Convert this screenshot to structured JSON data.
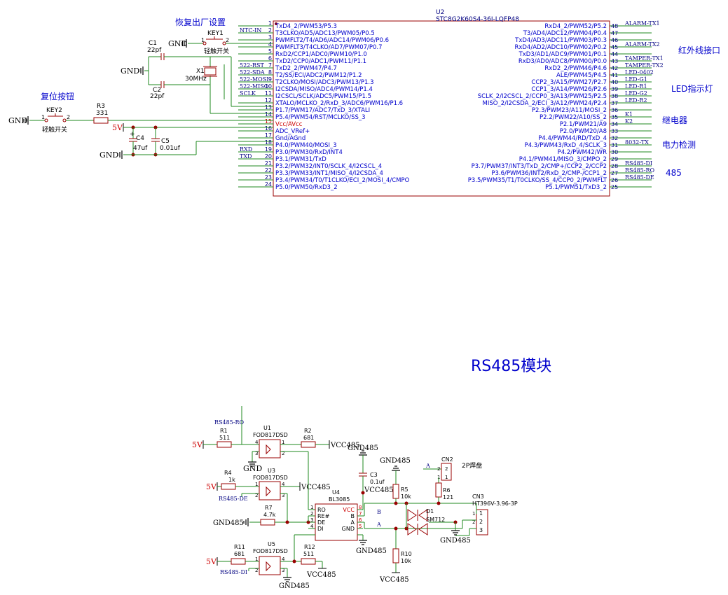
{
  "colors": {
    "wire": "#1f8a1f",
    "part": "#990000",
    "text": "#0000cc",
    "net": "#000080",
    "power_red": "#cc0000",
    "gnd": "#000000"
  },
  "mcu": {
    "ref": "U2",
    "part": "STC8G2K60S4-36I-LQFP48",
    "left_pins": [
      {
        "num": "1",
        "name": "TxD4_2/PWM53/P5.3",
        "net": "",
        "red": false
      },
      {
        "num": "2",
        "name": "T3CLKO/AD5/ADC13/PWM05/P0.5",
        "net": "NTC-IN",
        "red": false
      },
      {
        "num": "3",
        "name": "PWMFLT2/T4/AD6/ADC14/PWM06/P0.6",
        "net": "",
        "red": false
      },
      {
        "num": "4",
        "name": "PWMFLT3/T4CLKO/AD7/PWM07/P0.7",
        "net": "",
        "red": false
      },
      {
        "num": "5",
        "name": "RxD2/CCP1/ADC0/PWM10/P1.0",
        "net": "",
        "red": false
      },
      {
        "num": "6",
        "name": "TxD2/CCP0/ADC1/PWM11/P1.1",
        "net": "",
        "red": false
      },
      {
        "num": "7",
        "name": "TxD2_2/PWM47/P4.7",
        "net": "522-RST",
        "red": false
      },
      {
        "num": "8",
        "name": "T2/SS/ECI/ADC2/PWM12/P1.2",
        "net": "522-SDA",
        "red": false
      },
      {
        "num": "9",
        "name": "T2CLKO/MOSI/ADC3/PWM13/P1.3",
        "net": "522-MOSI",
        "red": false
      },
      {
        "num": "10",
        "name": "I2CSDA/MISO/ADC4/PWM14/P1.4",
        "net": "522-MISO",
        "red": false
      },
      {
        "num": "11",
        "name": "I2CSCL/SCLK/ADC5/PWM15/P1.5",
        "net": "SCLK",
        "red": false
      },
      {
        "num": "12",
        "name": "XTALO/MCLKO_2/RxD_3/ADC6/PWM16/P1.6",
        "net": "",
        "red": false
      },
      {
        "num": "13",
        "name": "P1.7/PWM17/ADC7/TxD_3/XTALI",
        "net": "",
        "red": false
      },
      {
        "num": "14",
        "name": "P5.4/PWM54/RST/MCLKO/SS_3",
        "net": "",
        "red": false
      },
      {
        "num": "15",
        "name": "Vcc/AVcc",
        "net": "",
        "red": true
      },
      {
        "num": "16",
        "name": "ADC_VRef+",
        "net": "",
        "red": false
      },
      {
        "num": "17",
        "name": "Gnd/AGnd",
        "net": "",
        "red": false
      },
      {
        "num": "18",
        "name": "P4.0/PWM40/MOSI_3",
        "net": "",
        "red": false
      },
      {
        "num": "19",
        "name": "P3.0/PWM30/RxD/INT4",
        "net": "RXD",
        "red": false
      },
      {
        "num": "20",
        "name": "P3.1/PWM31/TxD",
        "net": "TXD",
        "red": false
      },
      {
        "num": "21",
        "name": "P3.2/PWM32/INT0/SCLK_4/I2CSCL_4",
        "net": "",
        "red": false
      },
      {
        "num": "22",
        "name": "P3.3/PWM33/INT1/MISO_4/I2CSDA_4",
        "net": "",
        "red": false
      },
      {
        "num": "23",
        "name": "P3.4/PWM34/T0/T1CLKO/ECI_2/MOSI_4/CMPO",
        "net": "",
        "red": false
      },
      {
        "num": "24",
        "name": "P5.0/PWM50/RxD3_2",
        "net": "",
        "red": false
      }
    ],
    "right_pins": [
      {
        "num": "48",
        "name": "RxD4_2/PWM52/P5.2",
        "net": "ALARM-TX1"
      },
      {
        "num": "47",
        "name": "T3/AD4/ADC12/PWM04/P0.4",
        "net": ""
      },
      {
        "num": "46",
        "name": "TxD4/AD3/ADC11/PWM03/P0.3",
        "net": ""
      },
      {
        "num": "45",
        "name": "RxD4/AD2/ADC10/PWM02/P0.2",
        "net": "ALARM-TX2"
      },
      {
        "num": "44",
        "name": "TxD3/AD1/ADC9/PWM01/P0.1",
        "net": ""
      },
      {
        "num": "43",
        "name": "RxD3/AD0/ADC8/PWM00/P0.0",
        "net": "TAMPER-TX1"
      },
      {
        "num": "42",
        "name": "RxD2_2/PWM46/P4.6",
        "net": "TAMPER-TX2"
      },
      {
        "num": "41",
        "name": "ALE/PWM45/P4.5",
        "net": "LED-0402"
      },
      {
        "num": "40",
        "name": "CCP2_3/A15/PWM27/P2.7",
        "net": "LED-G1"
      },
      {
        "num": "39",
        "name": "CCP1_3/A14/PWM26/P2.6",
        "net": "LED-R1"
      },
      {
        "num": "38",
        "name": "SCLK_2/I2CSCL_2/CCP0_3/A13/PWM25/P2.5",
        "net": "LED-G2"
      },
      {
        "num": "37",
        "name": "MISO_2/I2CSDA_2/ECI_3/A12/PWM24/P2.4",
        "net": "LED-R2"
      },
      {
        "num": "36",
        "name": "P2.3/PWM23/A11/MOSI_2",
        "net": ""
      },
      {
        "num": "35",
        "name": "P2.2/PWM22/A10/SS_2",
        "net": "K1"
      },
      {
        "num": "34",
        "name": "P2.1/PWM21/A9",
        "net": "K2"
      },
      {
        "num": "33",
        "name": "P2.0/PWM20/A8",
        "net": ""
      },
      {
        "num": "32",
        "name": "P4.4/PWM44/RD/TxD_4",
        "net": ""
      },
      {
        "num": "31",
        "name": "P4.3/PWM43/RxD_4/SCLK_3",
        "net": "8032-TX"
      },
      {
        "num": "30",
        "name": "P4.2/PWM42/WR",
        "net": ""
      },
      {
        "num": "29",
        "name": "P4.1/PWM41/MISO_3/CMPO_2",
        "net": ""
      },
      {
        "num": "28",
        "name": "P3.7/PWM37/INT3/TxD_2/CMP+/CCP2_2/CCP2",
        "net": "RS485-DI"
      },
      {
        "num": "27",
        "name": "P3.6/PWM36/INT2/RxD_2/CMP-/CCP1_2",
        "net": "RS485-RO"
      },
      {
        "num": "26",
        "name": "P3.5/PWM35/T1/T0CLKO/SS_4/CCP0_2/PWMFLT",
        "net": "RS485-DE"
      },
      {
        "num": "25",
        "name": "P5.1/PWM51/TxD3_2",
        "net": ""
      }
    ]
  },
  "annotations": {
    "factory_reset": "恢复出厂设置",
    "reset_button": "复位按钮",
    "infrared": "红外线接口",
    "led": "LED指示灯",
    "relay": "继电器",
    "power_detect": "电力检测",
    "rs485": "485",
    "module_title": "RS485模块"
  },
  "top_parts": {
    "key1": {
      "ref": "KEY1",
      "desc": "轻触开关",
      "pin1": "1",
      "pin2": "2"
    },
    "key2": {
      "ref": "KEY2",
      "desc": "轻触开关",
      "pin1": "1",
      "pin2": "2"
    },
    "c1": {
      "ref": "C1",
      "val": "22pf"
    },
    "c2": {
      "ref": "C2",
      "val": "22pf"
    },
    "x1": {
      "ref": "X1",
      "val": "30MHz"
    },
    "r3": {
      "ref": "R3",
      "val": "331"
    },
    "c4": {
      "ref": "C4",
      "val": "47uf",
      "plus": "+"
    },
    "c5": {
      "ref": "C5",
      "val": "0.01uf"
    },
    "gnd": "GND",
    "v5": "5V"
  },
  "rs485_module": {
    "nets": {
      "rs485_ro": "RS485-RO",
      "rs485_de": "RS485-DE",
      "rs485_di": "RS485-DI",
      "a": "A",
      "b": "B"
    },
    "power": {
      "v5": "5V",
      "gnd": "GND",
      "gnd485": "GND485",
      "vcc485": "VCC485",
      "vcc": "VCC"
    },
    "r1": {
      "ref": "R1",
      "val": "511"
    },
    "r2": {
      "ref": "R2",
      "val": "681"
    },
    "r4": {
      "ref": "R4",
      "val": "1k"
    },
    "r5": {
      "ref": "R5",
      "val": "10k"
    },
    "r6": {
      "ref": "R6",
      "val": "121"
    },
    "r7": {
      "ref": "R7",
      "val": "4.7k"
    },
    "r10": {
      "ref": "R10",
      "val": "10k"
    },
    "r11": {
      "ref": "R11",
      "val": "681"
    },
    "r12": {
      "ref": "R12",
      "val": "511"
    },
    "c3": {
      "ref": "C3",
      "val": "0.1uf"
    },
    "u1": {
      "ref": "U1",
      "part": "FOD817DSD"
    },
    "u3": {
      "ref": "U3",
      "part": "FOD817DSD"
    },
    "u5": {
      "ref": "U5",
      "part": "FOD817DSD"
    },
    "u4": {
      "ref": "U4",
      "part": "BL3085",
      "pins_left": [
        "RO",
        "RE#",
        "DE",
        "DI"
      ],
      "pins_right": [
        "VCC",
        "B",
        "A",
        "GND"
      ],
      "nums_left": [
        "1",
        "2",
        "3",
        "4"
      ],
      "nums_right": [
        "8",
        "7",
        "6",
        "5"
      ]
    },
    "d1": {
      "ref": "D1",
      "part": "SM712"
    },
    "cn2": {
      "ref": "CN2",
      "desc": "2P焊盘",
      "pins": [
        "2",
        "1"
      ]
    },
    "cn3": {
      "ref": "CN3",
      "part": "HT396V-3.96-3P",
      "pins": [
        "1",
        "2",
        "3"
      ]
    },
    "opto_pins": [
      "1",
      "2",
      "3",
      "4"
    ]
  }
}
